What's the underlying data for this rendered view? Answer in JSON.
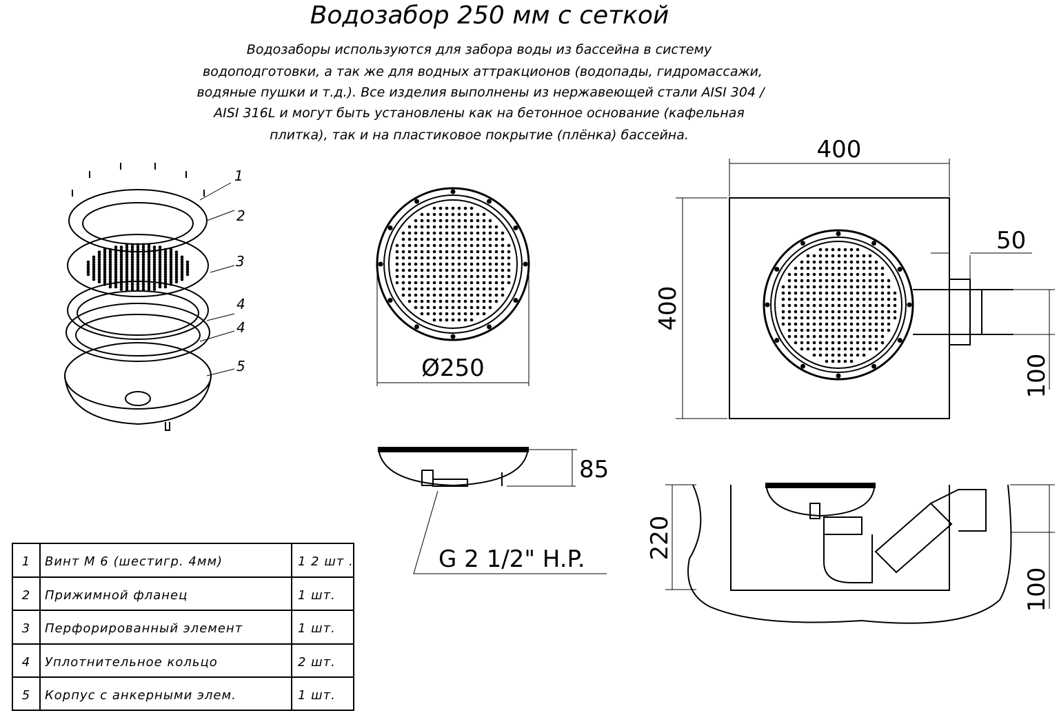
{
  "title": "Водозабор  250 мм с сеткой",
  "description": [
    "Водозаборы используются для забора воды из бассейна в систему",
    "водоподготовки, а так же для водных аттракционов (водопады, гидромассажи,",
    "водяные пушки и т.д.). Все изделия выполнены из нержавеющей стали AISI 304 /",
    "AISI 316L и могут быть установлены как на бетонное основание (кафельная",
    "плитка), так и на пластиковое покрытие (плёнка) бассейна."
  ],
  "exploded_view": {
    "callouts": [
      "1",
      "2",
      "3",
      "4",
      "4",
      "5"
    ]
  },
  "top_view": {
    "diameter_label": "Ø250"
  },
  "side_view": {
    "height_label": "85",
    "thread_label": "G 2 1/2\" H.P."
  },
  "plan_view": {
    "width_label": "400",
    "height_label": "400",
    "pipe_offset_label": "50",
    "pipe_size_label": "100"
  },
  "section_view": {
    "depth_label": "220",
    "pipe_label": "100"
  },
  "parts_table": [
    {
      "no": "1",
      "name": "Винт М 6 (шестигр. 4мм)",
      "qty": "1 2 шт ."
    },
    {
      "no": "2",
      "name": "Прижимной фланец",
      "qty": "1 шт."
    },
    {
      "no": "3",
      "name": "Перфорированный элемент",
      "qty": "1 шт."
    },
    {
      "no": "4",
      "name": "Уплотнительное кольцо",
      "qty": "2 шт."
    },
    {
      "no": "5",
      "name": "Корпус с анкерными элем.",
      "qty": "1 шт."
    }
  ]
}
